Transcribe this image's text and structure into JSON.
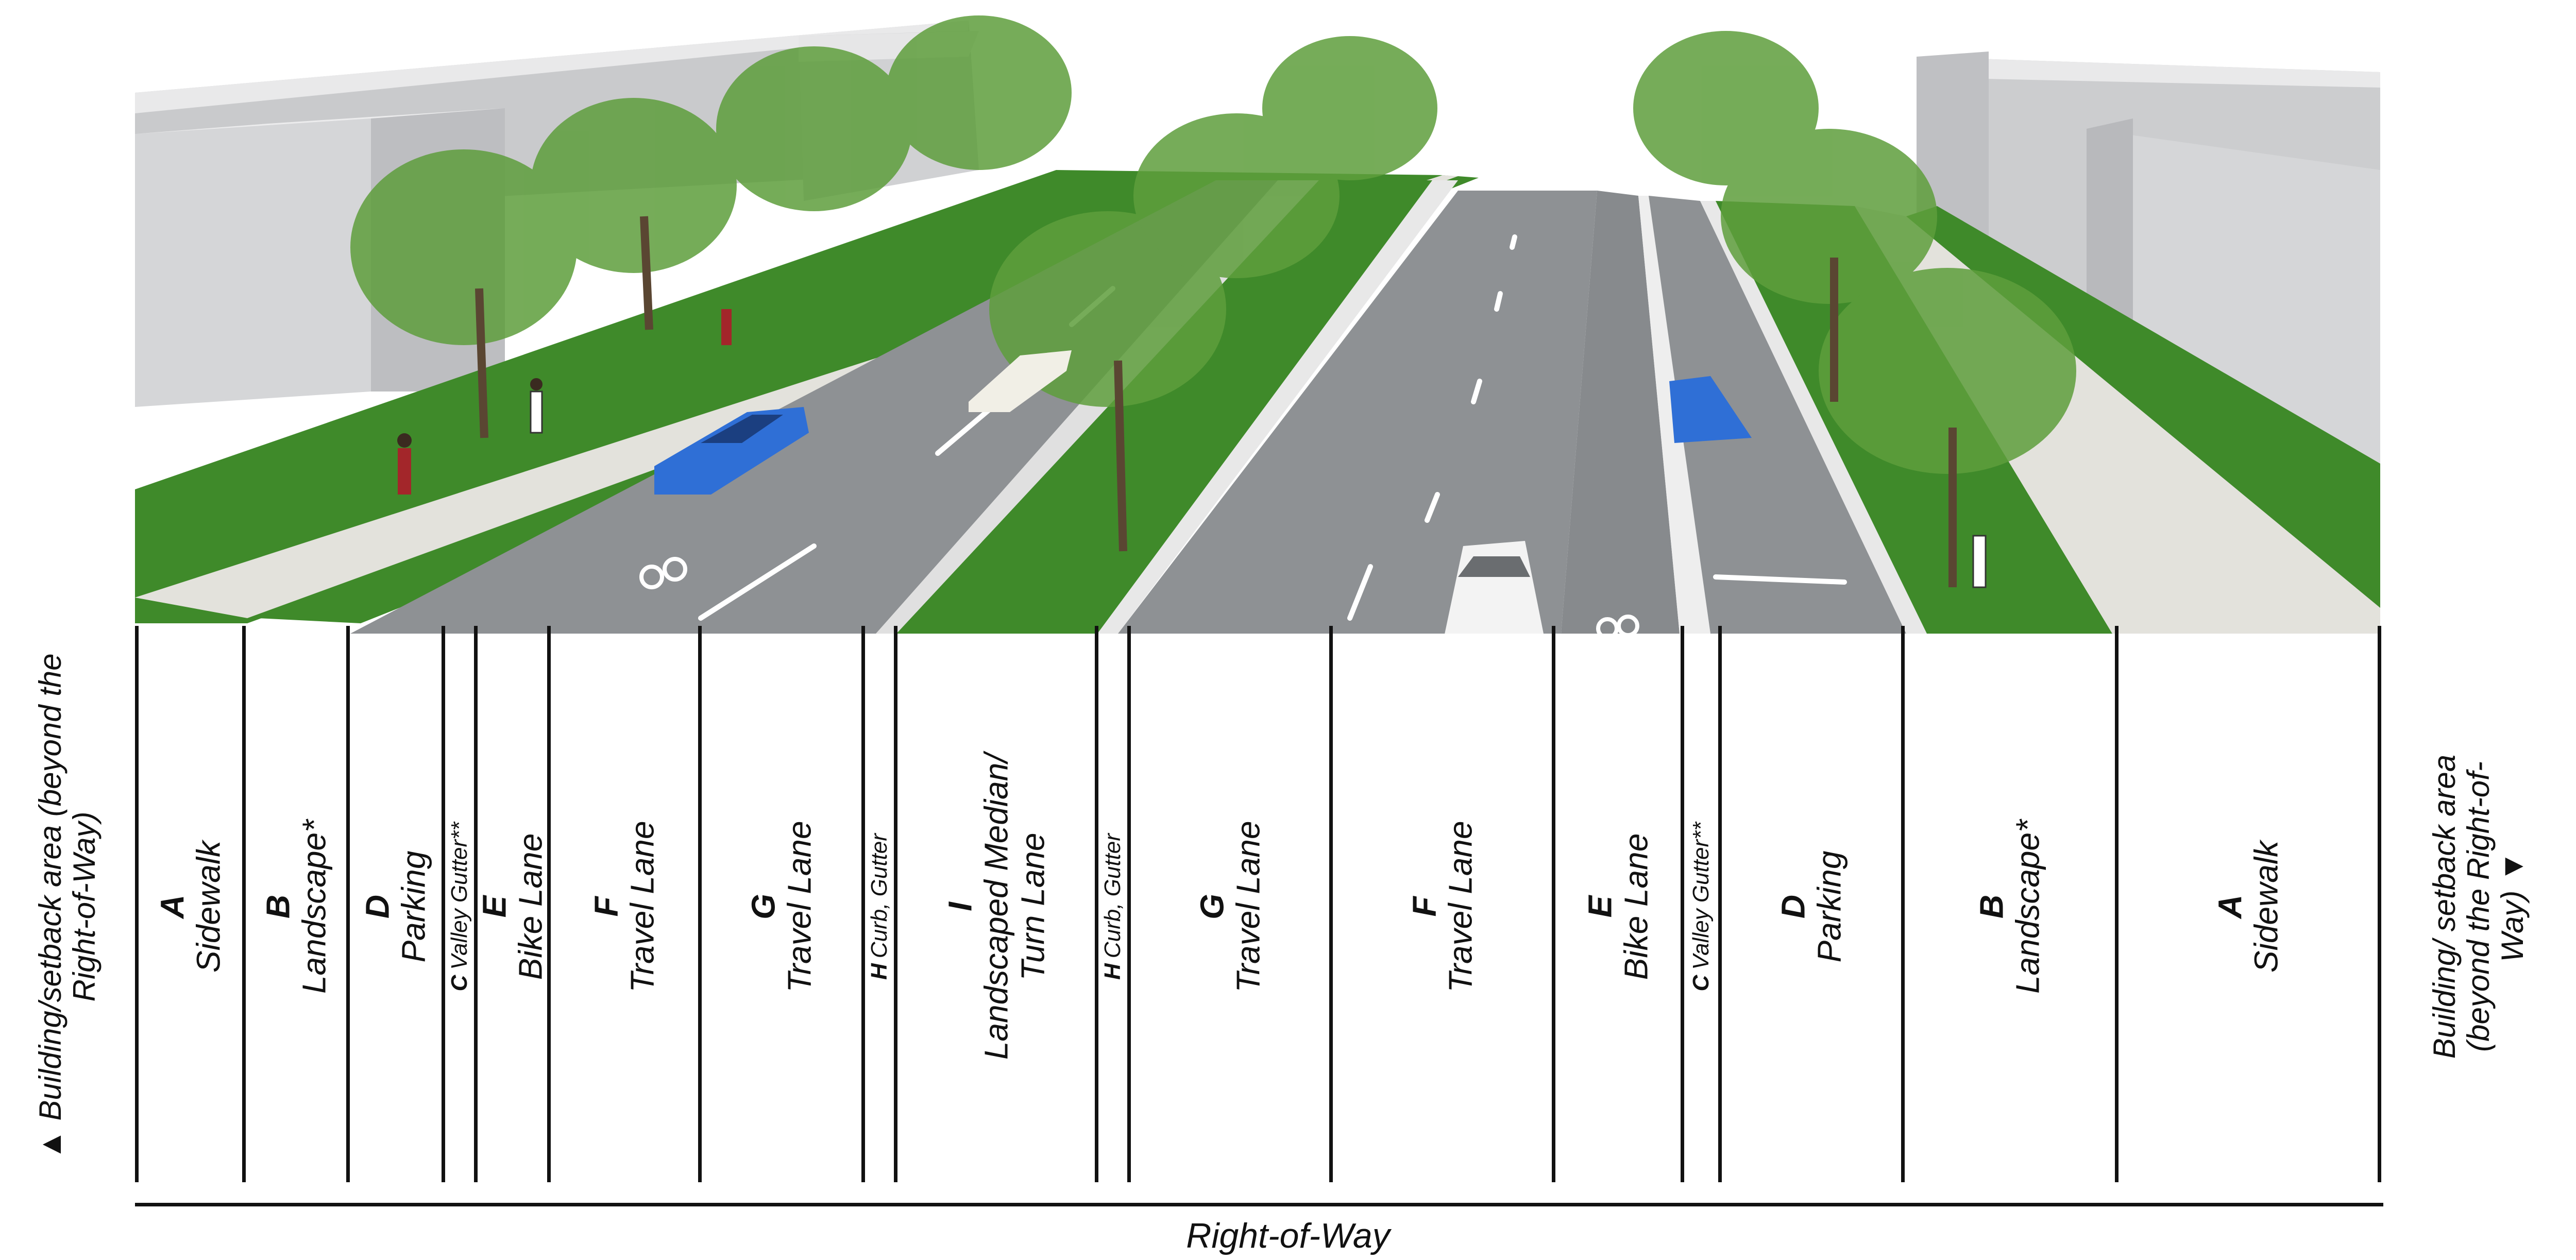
{
  "zones": [
    {
      "letter": "A",
      "label": "Sidewalk"
    },
    {
      "letter": "B",
      "label": "Landscape*"
    },
    {
      "letter": "D",
      "label": "Parking"
    },
    {
      "letter": "C",
      "label": "Valley Gutter**"
    },
    {
      "letter": "E",
      "label": "Bike Lane"
    },
    {
      "letter": "F",
      "label": "Travel Lane"
    },
    {
      "letter": "G",
      "label": "Travel Lane"
    },
    {
      "letter": "H",
      "label": "Curb, Gutter"
    },
    {
      "letter": "I",
      "label": "Landscaped Median/ Turn Lane"
    },
    {
      "letter": "H",
      "label": "Curb, Gutter"
    },
    {
      "letter": "G",
      "label": "Travel Lane"
    },
    {
      "letter": "F",
      "label": "Travel Lane"
    },
    {
      "letter": "E",
      "label": "Bike Lane"
    },
    {
      "letter": "C",
      "label": "Valley Gutter**"
    },
    {
      "letter": "D",
      "label": "Parking"
    },
    {
      "letter": "B",
      "label": "Landscape*"
    },
    {
      "letter": "A",
      "label": "Sidewalk"
    }
  ],
  "left_side_label": "▲ Building/setback area (beyond the Right-of-Way)",
  "right_side_label": "Building/ setback area (beyond the Right-of-Way) ▼",
  "row_label": "Right-of-Way",
  "colors": {
    "grass": "#3f8a2a",
    "pavement": "#8e9194",
    "sidewalk": "#e3e2dc",
    "building": "#d4d5d7",
    "tree": "#5e9e3c",
    "car_blue": "#2f6fd6",
    "car_white": "#f3f3f3"
  }
}
